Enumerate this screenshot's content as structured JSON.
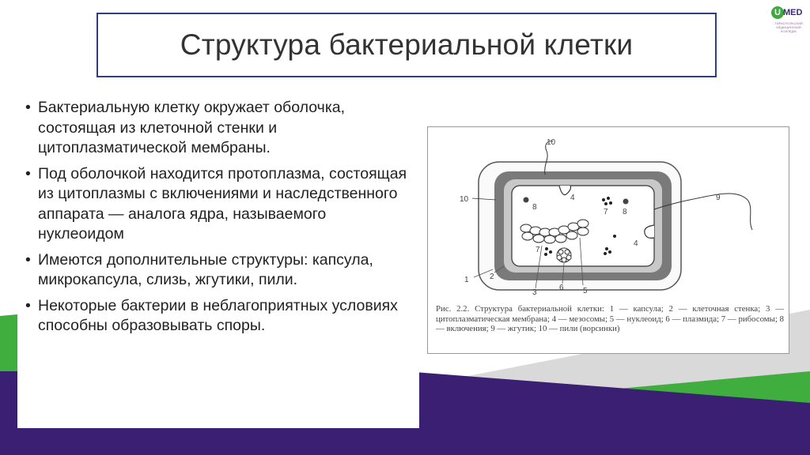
{
  "slide": {
    "title": "Структура бактериальной клетки",
    "logo": {
      "mark": "U",
      "word": "MED",
      "tagline": "ТИРАСПОЛЬСКИЙ МЕДИЦИНСКИЙ КОЛЛЕДЖ"
    },
    "bullets": [
      {
        "marker": "•",
        "text": "Бактериальную клетку окружает оболочка, состоящая из клеточной стенки и цитоплазматической мембраны."
      },
      {
        "marker": "•",
        "text": " Под оболочкой находится протоплазма, состоящая из цитоплазмы с включениями и наследственного аппарата — аналога ядра, называемого нуклеоидом"
      },
      {
        "marker": "•",
        "text": "Имеются дополнительные структуры: капсула, микрокапсула, слизь, жгутики, пили."
      },
      {
        "marker": "•",
        "text": "Некоторые бактерии в неблагоприятных условиях способны образовывать споры."
      }
    ],
    "colors": {
      "title_border": "#2f3d7a",
      "band_green": "#3fae3f",
      "band_purple": "#3b1f72",
      "band_grey": "#d9d9d9"
    }
  },
  "figure": {
    "labels": {
      "l1": "1",
      "l2": "2",
      "l3": "3",
      "l4a": "4",
      "l4b": "4",
      "l5": "5",
      "l6": "6",
      "l7a": "7",
      "l7b": "7",
      "l8a": "8",
      "l8b": "8",
      "l9": "9",
      "l10a": "10",
      "l10b": "10"
    },
    "caption": "Рис. 2.2. Структура бактериальной клетки: 1 — капсула; 2 — клеточная стенка; 3 — цитоплазматическая мембрана; 4 — мезосомы; 5 — нуклеоид; 6 — плазмида; 7 — рибосомы; 8 — включения; 9 — жгутик; 10 — пили (ворсинки)"
  }
}
